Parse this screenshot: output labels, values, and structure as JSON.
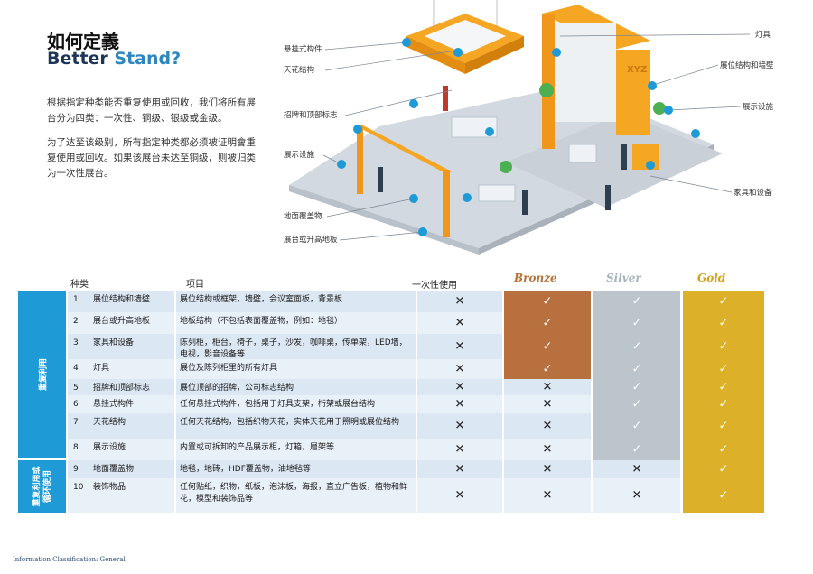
{
  "title": {
    "line1": "如何定義",
    "line2_part1": "Better ",
    "line2_part2": "Stand?"
  },
  "paragraphs": [
    "根据指定种类能否重复使用或回收，我们将所有展台分为四类：一次性、铜级、银级或金级。",
    "为了达至该级别，所有指定种类都必须被证明會重复使用或回收。如果该展台未达至铜级，则被归类为一次性展台。"
  ],
  "illustration": {
    "callouts": [
      "悬挂式构件",
      "天花结构",
      "招牌和顶部标志",
      "展示设施",
      "地面覆盖物",
      "展台或升高地板",
      "灯具",
      "展位结构和墙壁",
      "展示设施",
      "家具和设备"
    ],
    "brand_text": "XYZ",
    "colors": {
      "frame": "#f5a623",
      "floor": "#cfd6de",
      "accent": "#1e9bd7"
    }
  },
  "table": {
    "headers": {
      "category": "种类",
      "item": "项目",
      "once": "一次性使用",
      "bronze": "Bronze",
      "silver": "Silver",
      "gold": "Gold"
    },
    "groups": [
      {
        "label": "重复利用"
      },
      {
        "label_lines": [
          "重复利用或",
          "循环使用"
        ]
      }
    ],
    "colors": {
      "bronze": "#b9703f",
      "silver": "#bcc4cc",
      "gold": "#ddb02a",
      "group": "#1e9bd7"
    },
    "rows": [
      {
        "num": "1",
        "category": "展位结构和墙壁",
        "item": "展位结构或框架，墙壁，会议室面板，背景板",
        "once": "x",
        "bronze": "check",
        "silver": "check",
        "gold": "check"
      },
      {
        "num": "2",
        "category": "展台或升高地板",
        "item": "地板结构（不包括表面覆盖物，例如：地毯）",
        "once": "x",
        "bronze": "check",
        "silver": "check",
        "gold": "check"
      },
      {
        "num": "3",
        "category": "家具和设备",
        "item": "陈列柜，柜台，椅子，桌子，沙发，咖啡桌，传单架，LED墙，电视，影音设备等",
        "once": "x",
        "bronze": "check",
        "silver": "check",
        "gold": "check"
      },
      {
        "num": "4",
        "category": "灯具",
        "item": "展位及陈列柜里的所有灯具",
        "once": "x",
        "bronze": "check",
        "silver": "check",
        "gold": "check"
      },
      {
        "num": "5",
        "category": "招牌和顶部标志",
        "item": "展位顶部的招牌，公司标志结构",
        "once": "x",
        "bronze": "x",
        "silver": "check",
        "gold": "check"
      },
      {
        "num": "6",
        "category": "悬挂式构件",
        "item": "任何悬挂式构件，包括用于灯具支架，桁架或展台结构",
        "once": "x",
        "bronze": "x",
        "silver": "check",
        "gold": "check"
      },
      {
        "num": "7",
        "category": "天花结构",
        "item": "任何天花结构，包括织物天花，实体天花用于照明或展位结构",
        "once": "x",
        "bronze": "x",
        "silver": "check",
        "gold": "check"
      },
      {
        "num": "8",
        "category": "展示设施",
        "item": "内置或可拆卸的产品展示柜，灯箱，層架等",
        "once": "x",
        "bronze": "x",
        "silver": "check",
        "gold": "check"
      },
      {
        "num": "9",
        "category": "地面覆盖物",
        "item": "地毯，地砖，HDF覆盖物，油地毡等",
        "once": "x",
        "bronze": "x",
        "silver": "x",
        "gold": "check"
      },
      {
        "num": "10",
        "category": "装饰物品",
        "item": "任何贴纸，织物，纸板，泡沫板，海报，直立广告板，植物和鲜花，模型和装饰品等",
        "once": "x",
        "bronze": "x",
        "silver": "x",
        "gold": "check"
      }
    ]
  },
  "footer": "Information Classification: General"
}
